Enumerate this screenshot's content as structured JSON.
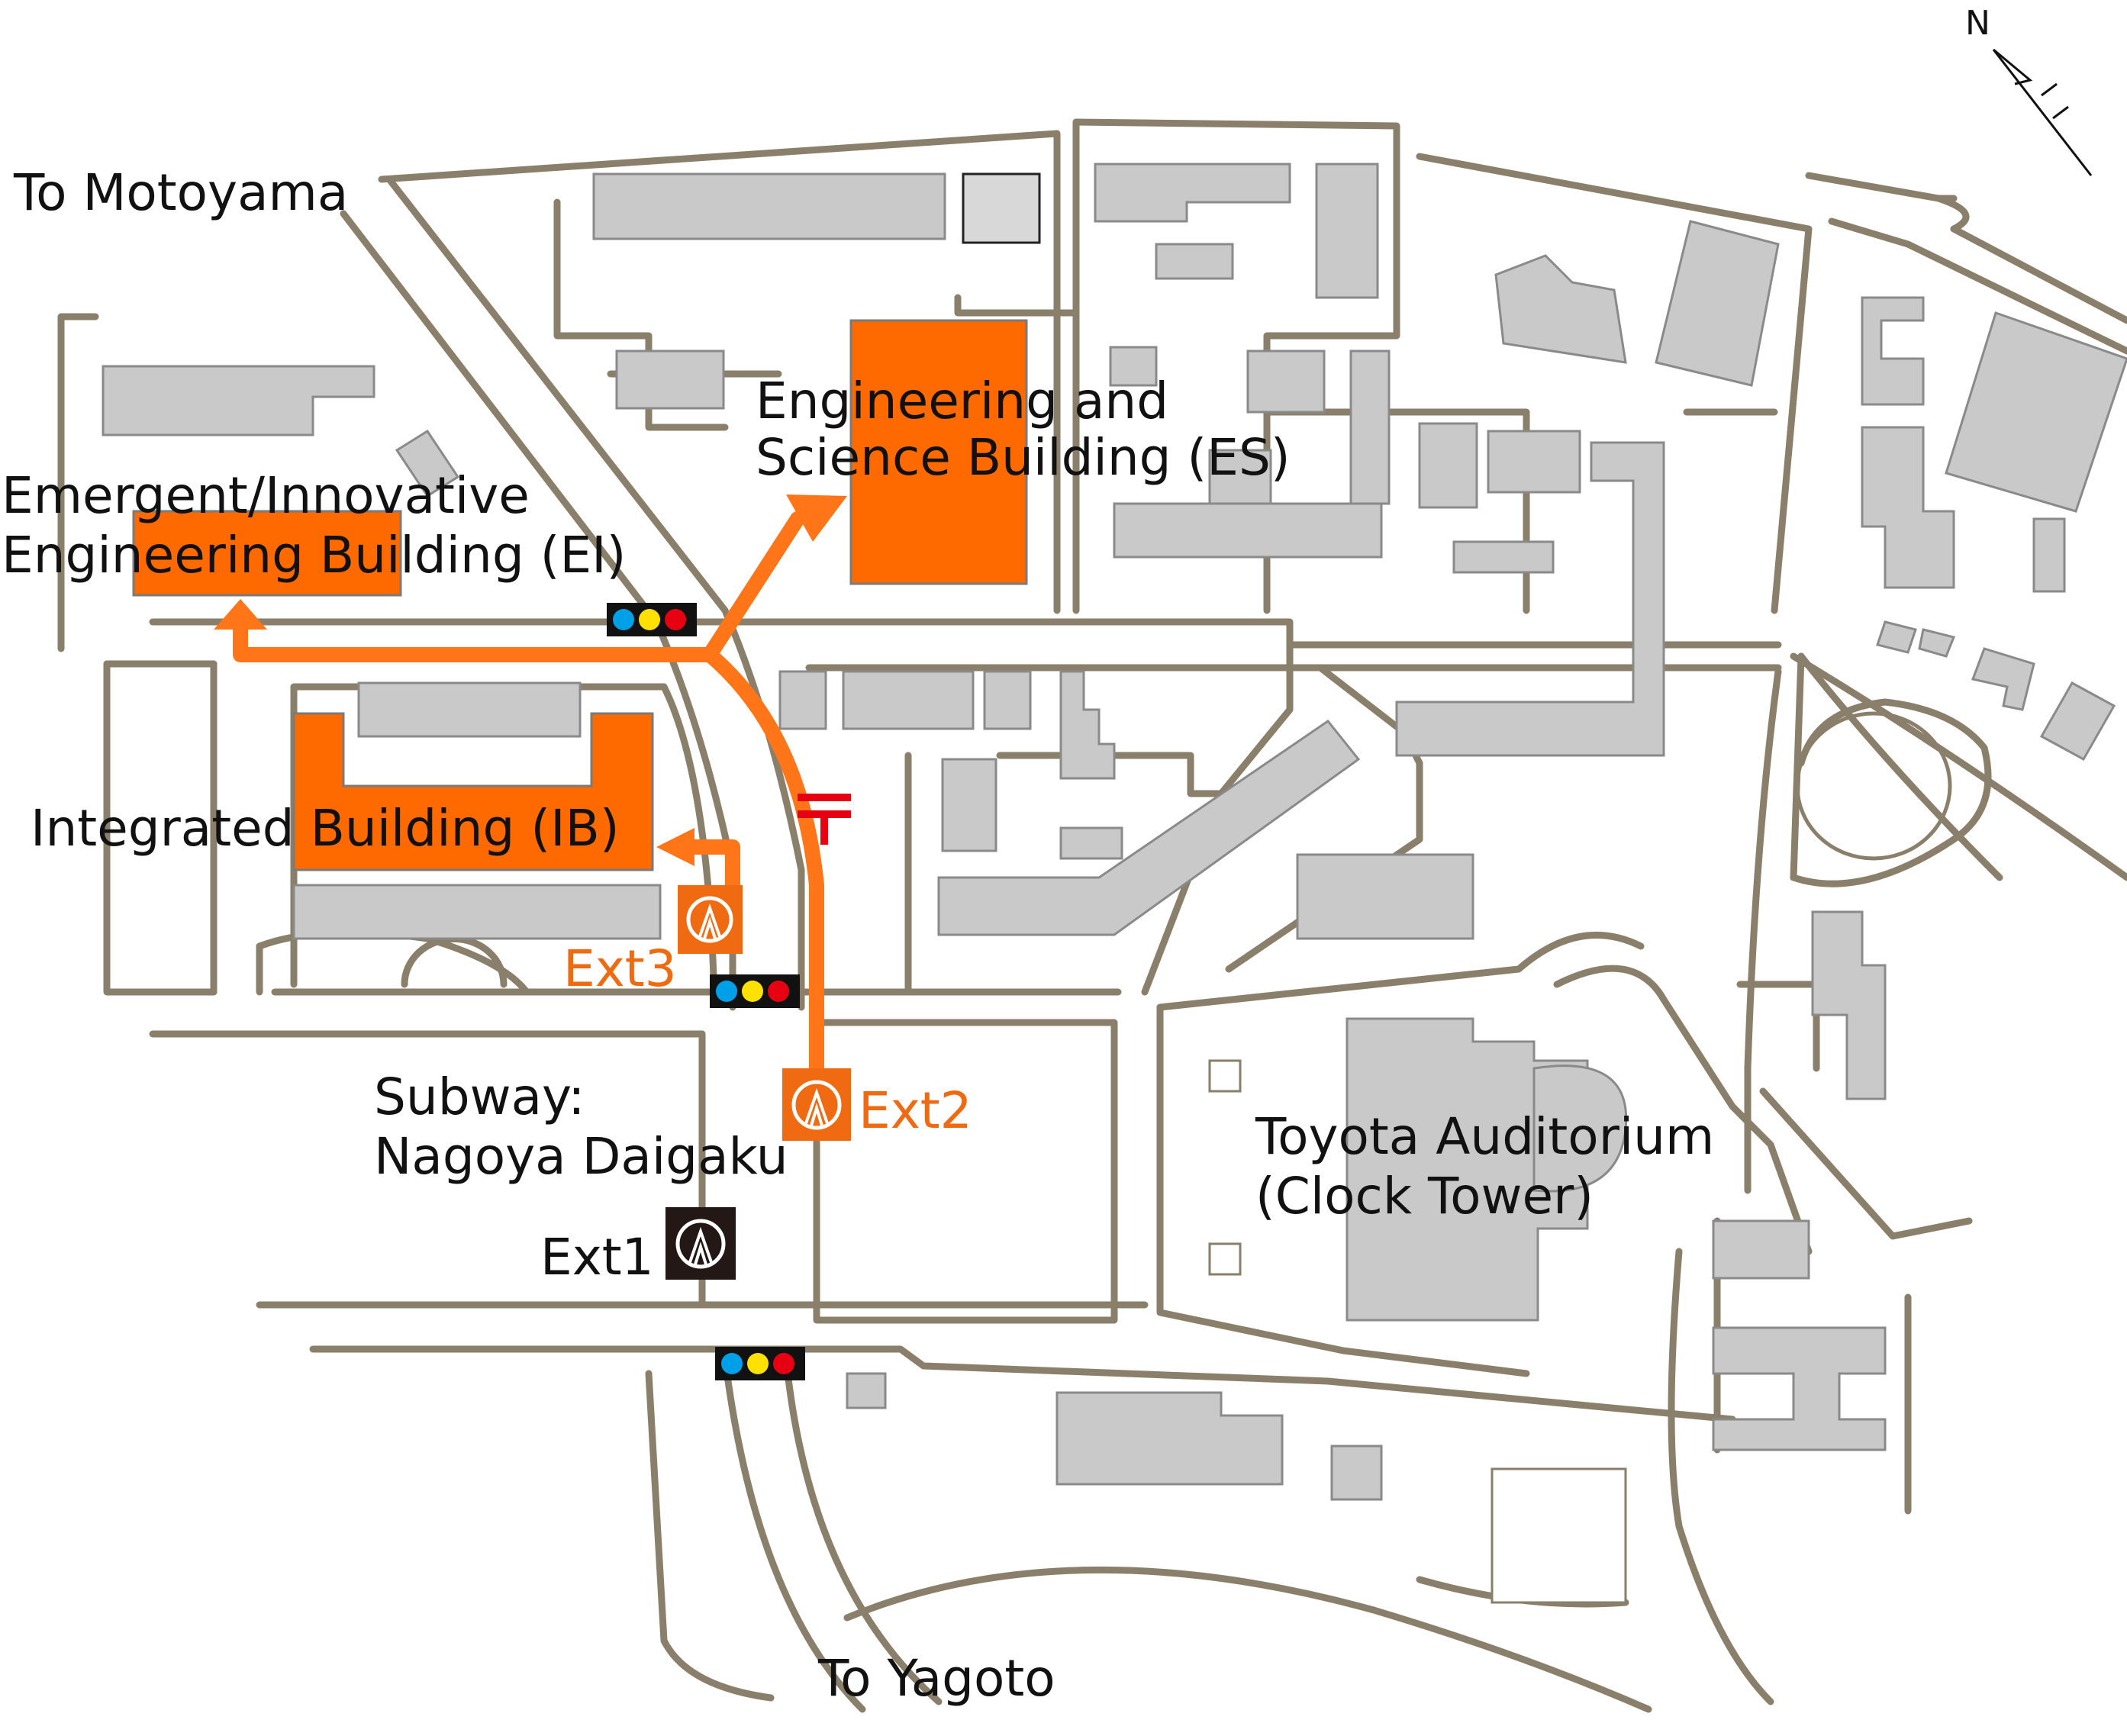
{
  "map": {
    "compass": {
      "label": "N"
    },
    "destinations": {
      "motoyama": "To Motoyama",
      "yagoto": "To Yagoto"
    },
    "buildings": {
      "ei_line1": "Emergent/Innovative",
      "ei_line2": "Engineering Building (EI)",
      "es_line1": "Engineering and",
      "es_line2": "Science Building (ES)",
      "ib": "Integrated Building (IB)",
      "toyota_line1": "Toyota Auditorium",
      "toyota_line2": "(Clock Tower)"
    },
    "subway": {
      "line1": "Subway:",
      "line2": "Nagoya Daigaku"
    },
    "exits": {
      "ext1": "Ext1",
      "ext2": "Ext2",
      "ext3": "Ext3"
    },
    "colors": {
      "highlight": "#ff6a00",
      "route": "#ff7518",
      "exit_label": "#ef6a10",
      "building": "#c9c9c9",
      "road": "#8a7f6a",
      "traffic_blue": "#00a0e9",
      "traffic_yellow": "#ffe100",
      "traffic_red": "#e60012",
      "post_office": "#e60012"
    }
  }
}
